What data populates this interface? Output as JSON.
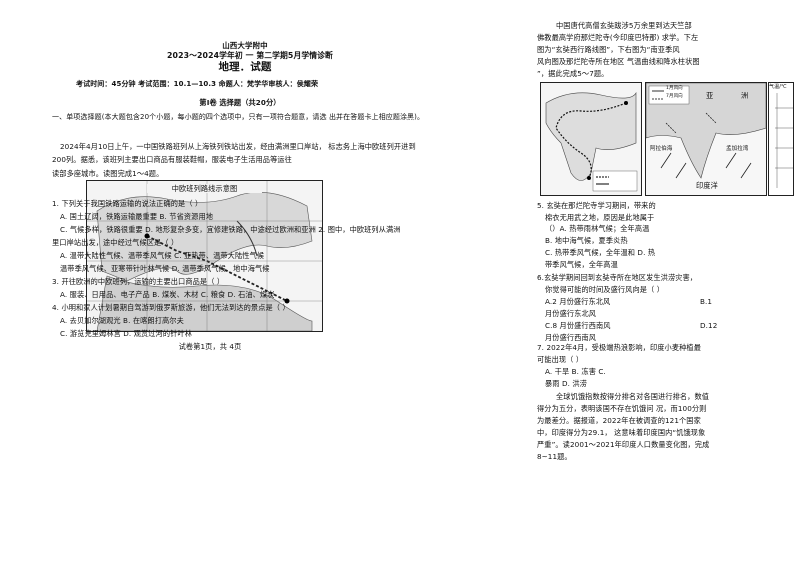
{
  "header": {
    "school": "山西大学附中",
    "exam": "2023～2024学年初 一 第二学期5月学情诊断",
    "subject": "地理．试题",
    "info": "考试时间：45分钟  考试范围：10.1—10.3  命题人：梵学华审核人：侯耀荣",
    "section1": "第Ⅰ卷 选择题（共20分）",
    "instruction": "一、单项选择题(本大题包含20个小题，每小题的四个选项中，只有一项符合题意，请选 出并在答题卡上相应题涂黑)。"
  },
  "left": {
    "intro1": "2024年4月10日上午，一中国铁路班列从上海铁列铁站出发，经由满洲里口岸站，  标志务上海中欧班列开进到",
    "intro2": "200列。据悉，该班列主要出口商品有服装鞋帽，服装电子生活用品等运往",
    "intro3": "读部多座城市。读图完成1～4题。",
    "map_title": "中欧班列路线示意图",
    "q1": "1. 下列关于我国铁路运输的说法正确的是（  ）",
    "q1a": "A. 国土辽阔，铁路运输最重要    B. 节省资源用地",
    "q1c": "C. 气候多样，铁路很重要    D. 地形复杂多变，宜修建铁路，中途经过欧洲和亚洲  2. 图中，中欧班列从满洲",
    "q2": "里口岸站出发，途中经过气候区是（  ）",
    "q2a": "A. 温带大陆性气候、温带季风气候    C. 亚热带、温带大陆性气候",
    "q2c": "     温带季风气候、亚寒带针叶林气候    D. 温带季风气候、地中海气候",
    "q3": "3. 开往欧洲的中欧班列，运输的主要出口商品是（  ）",
    "q3a": "A. 服装、日用品、电子产品    B. 煤炭、木材    C. 粮食    D. 石油、煤炭",
    "q4": "4. 小明和家人计划暑期自驾游到俄罗斯旅游，他们无法到达的景点是（  ）",
    "q4a": "A. 去贝加尔湖观光          B. 在喀朗打高尔夫",
    "q4c": "C. 游览克里姆林宫          D. 观赏过河的针叶林",
    "footer": "试卷第1页，共 4页"
  },
  "right": {
    "p1": "中国唐代高僧玄奘跋涉5万余里到达天竺部",
    "p2": "佛教最高学府那烂陀寺(今印度巴特那) 求学。下左",
    "p3": "图为“玄奘西行路线图”，下右图为“南亚季风",
    "p4": "风向图及那烂陀寺所在地区   气温曲线和降水柱状图",
    "p5": "”，据此完成5～7题。",
    "fig_legend1": "1月风向",
    "fig_legend2": "7月风向",
    "fig_label1": "亚",
    "fig_label2": "洲",
    "fig_label3": "印度洋",
    "fig_label4": "孟加拉湾",
    "fig_label5": "阿拉伯海",
    "fig_axis": "气温/℃",
    "q5": "5. 玄奘在那烂陀寺学习期间，带来的",
    "q5b": "棉衣无用武之地，原因是此地属于",
    "q5c": "（）A. 热带雨林气候；全年高温",
    "q5d": "B. 地中海气候，夏季炎热",
    "q5e": "C. 热带季风气候，全年温和        D. 热",
    "q5f": "带季风气候，全年高温",
    "q6": "6.玄奘学期间回到玄奘寺所在地区发生洪涝灾害，",
    "q6b": "你觉得可能的时间及盛行风向是（  ）",
    "q6a": "A.2  月份盛行东北风",
    "q6bb": "B.1",
    "q6c": "月份盛行东北风",
    "q6d": "C.8  月份盛行西南风",
    "q6e": "D.12",
    "q6f": "月份盛行西南风",
    "q7": "7. 2022年4月，受极端热浪影响，印度小麦种植最",
    "q7b": "可能出现（  ）",
    "q7a": "A.  干旱              B.  冻害              C.",
    "q7c": "暴雨            D.  洪涝",
    "p6": "全球饥饿指数按得分排名对各国进行排名，数值",
    "p7": "得分为五分，表明该国不存在饥饿问  况，而100分则",
    "p8": "为最差分。据报道，2022年在被调查的121个国家",
    "p9": "中，印度得分为29.1，  这意味着印度国内“饥饿现象",
    "p10": "严重”。读2001～2021年印度人口数量变化图，完成",
    "p11": "8~11题。"
  }
}
